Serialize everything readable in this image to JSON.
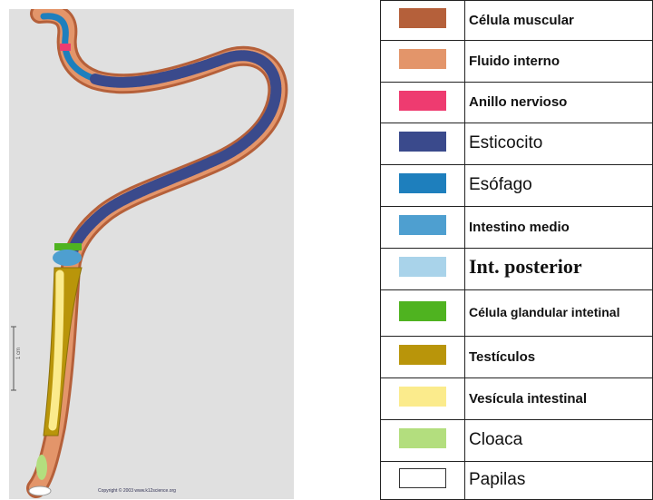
{
  "legend": [
    {
      "label": "Célula muscular",
      "color": "#b5603a"
    },
    {
      "label": "Fluido interno",
      "color": "#e3956a"
    },
    {
      "label": "Anillo nervioso",
      "color": "#ee3b70"
    },
    {
      "label": "Esticocito",
      "color": "#3a4a8c"
    },
    {
      "label": "Esófago",
      "color": "#1e7fbd"
    },
    {
      "label": "Intestino medio",
      "color": "#4e9fd0"
    },
    {
      "label": "Int. posterior",
      "color": "#a9d3ea"
    },
    {
      "label": "Célula glandular intetinal",
      "color": "#4fb320"
    },
    {
      "label": "Testículos",
      "color": "#b9950a"
    },
    {
      "label": "Vesícula intestinal",
      "color": "#fbeb8c"
    },
    {
      "label": "Cloaca",
      "color": "#b3de7e"
    },
    {
      "label": "Papilas",
      "color": "#ffffff"
    }
  ],
  "figure": {
    "scale_label": "1 cm",
    "caption": "Copyright © 2003 www.k12science.org"
  }
}
